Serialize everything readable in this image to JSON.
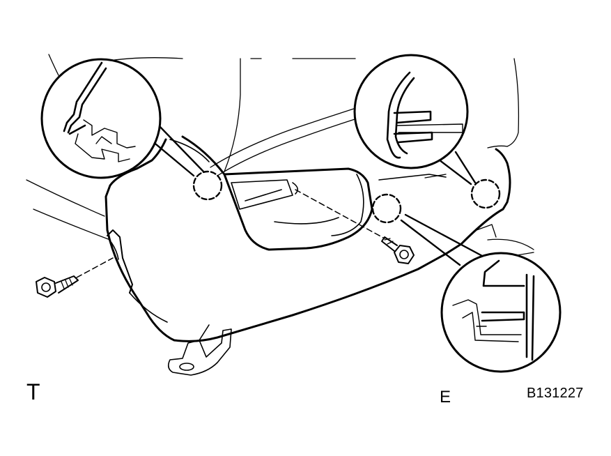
{
  "labels": {
    "view_letter": "T",
    "marker_letter": "E",
    "figure_code": "B131227"
  },
  "colors": {
    "ink": "#000000",
    "paper": "#ffffff"
  },
  "parts": {
    "screws": [
      "screw-left",
      "screw-center"
    ],
    "clip_locations": [
      "clip-upper-left",
      "clip-center",
      "clip-right"
    ],
    "detail_callouts": [
      "detail-callout-left",
      "detail-callout-top-right",
      "detail-callout-bottom-right"
    ]
  }
}
